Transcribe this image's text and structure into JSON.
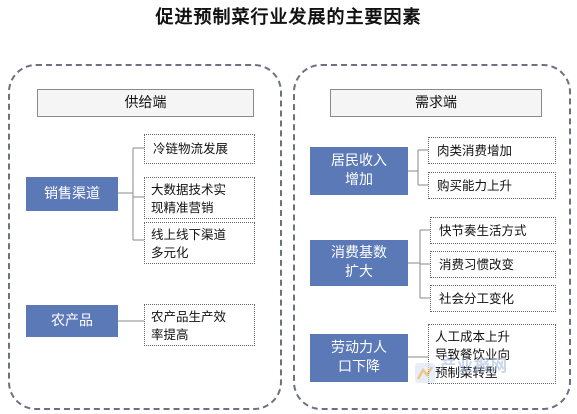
{
  "title": "促进预制菜行业发展的主要因素",
  "supply": {
    "header": "供给端",
    "groups": [
      {
        "label": "销售渠道",
        "items": [
          "冷链物流发展",
          "大数据技术实\n现精准营销",
          "线上线下渠道\n多元化"
        ]
      },
      {
        "label": "农产品",
        "items": [
          "农产品生产效\n率提高"
        ]
      }
    ]
  },
  "demand": {
    "header": "需求端",
    "groups": [
      {
        "label": "居民收入\n增加",
        "items": [
          "肉类消费增加",
          "购买能力上升"
        ]
      },
      {
        "label": "消费基数\n扩大",
        "items": [
          "快节奏生活方式",
          "消费习惯改变",
          "社会分工变化"
        ]
      },
      {
        "label": "劳动力人\n口下降",
        "items": [
          "人工成本上升\n导致餐饮业向\n预制菜转型"
        ]
      }
    ]
  },
  "watermark": "产业报网",
  "colors": {
    "blue": "#5b79b6",
    "panel_border": "#6b7183"
  }
}
